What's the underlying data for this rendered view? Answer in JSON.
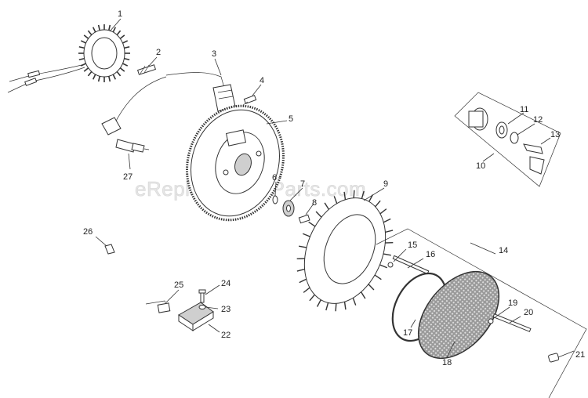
{
  "watermark": "eReplacementParts.com",
  "callouts": [
    {
      "id": "1",
      "label": "1"
    },
    {
      "id": "2",
      "label": "2"
    },
    {
      "id": "3",
      "label": "3"
    },
    {
      "id": "4",
      "label": "4"
    },
    {
      "id": "5",
      "label": "5"
    },
    {
      "id": "6",
      "label": "6"
    },
    {
      "id": "7",
      "label": "7"
    },
    {
      "id": "8",
      "label": "8"
    },
    {
      "id": "9",
      "label": "9"
    },
    {
      "id": "10",
      "label": "10"
    },
    {
      "id": "11",
      "label": "11"
    },
    {
      "id": "12",
      "label": "12"
    },
    {
      "id": "13",
      "label": "13"
    },
    {
      "id": "14",
      "label": "14"
    },
    {
      "id": "15",
      "label": "15"
    },
    {
      "id": "16",
      "label": "16"
    },
    {
      "id": "17",
      "label": "17"
    },
    {
      "id": "18",
      "label": "18"
    },
    {
      "id": "19",
      "label": "19"
    },
    {
      "id": "20",
      "label": "20"
    },
    {
      "id": "21",
      "label": "21"
    },
    {
      "id": "22",
      "label": "22"
    },
    {
      "id": "23",
      "label": "23"
    },
    {
      "id": "24",
      "label": "24"
    },
    {
      "id": "25",
      "label": "25"
    },
    {
      "id": "26",
      "label": "26"
    },
    {
      "id": "27",
      "label": "27"
    }
  ]
}
